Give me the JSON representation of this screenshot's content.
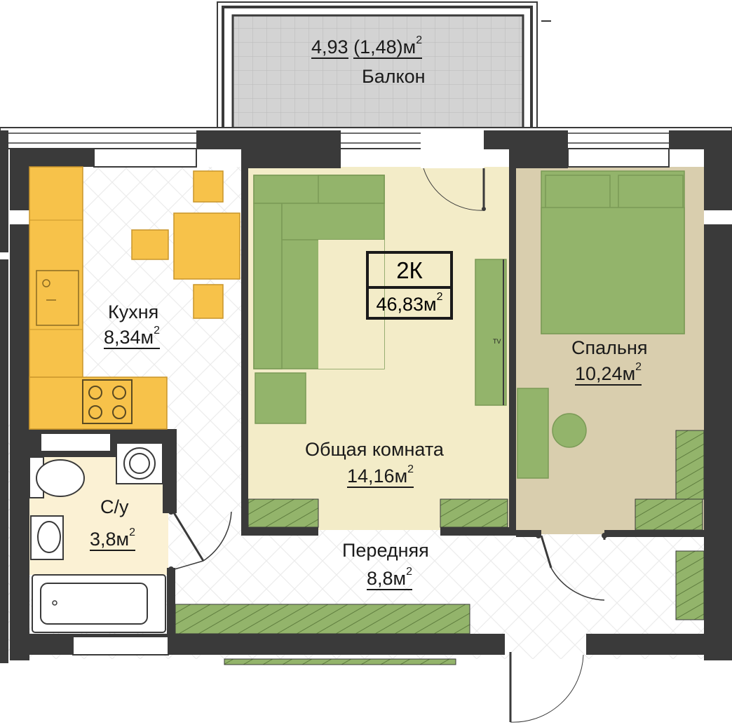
{
  "plan": {
    "apartment_type": "2К",
    "total_area": "46,83м",
    "area_sup": "2",
    "tv_label": "TV",
    "rooms": {
      "balcony": {
        "area": "4,93",
        "area_reduced": "(1,48)м",
        "name": "Балкон"
      },
      "kitchen": {
        "name": "Кухня",
        "area": "8,34м"
      },
      "living": {
        "name": "Общая комната",
        "area": "14,16м"
      },
      "bedroom": {
        "name": "Спальня",
        "area": "10,24м"
      },
      "bathroom": {
        "name": "С/у",
        "area": "3,8м"
      },
      "hall": {
        "name": "Передняя",
        "area": "8,8м"
      }
    },
    "colors": {
      "wall": "#3a3a3a",
      "kitchen_furniture": "#f7c24a",
      "furniture_green": "#93b46b",
      "living_floor": "#f3ecc8",
      "bedroom_floor": "#d9ceae",
      "bath_floor": "#fbf1d4",
      "balcony_floor": "#d3d3d3"
    }
  }
}
